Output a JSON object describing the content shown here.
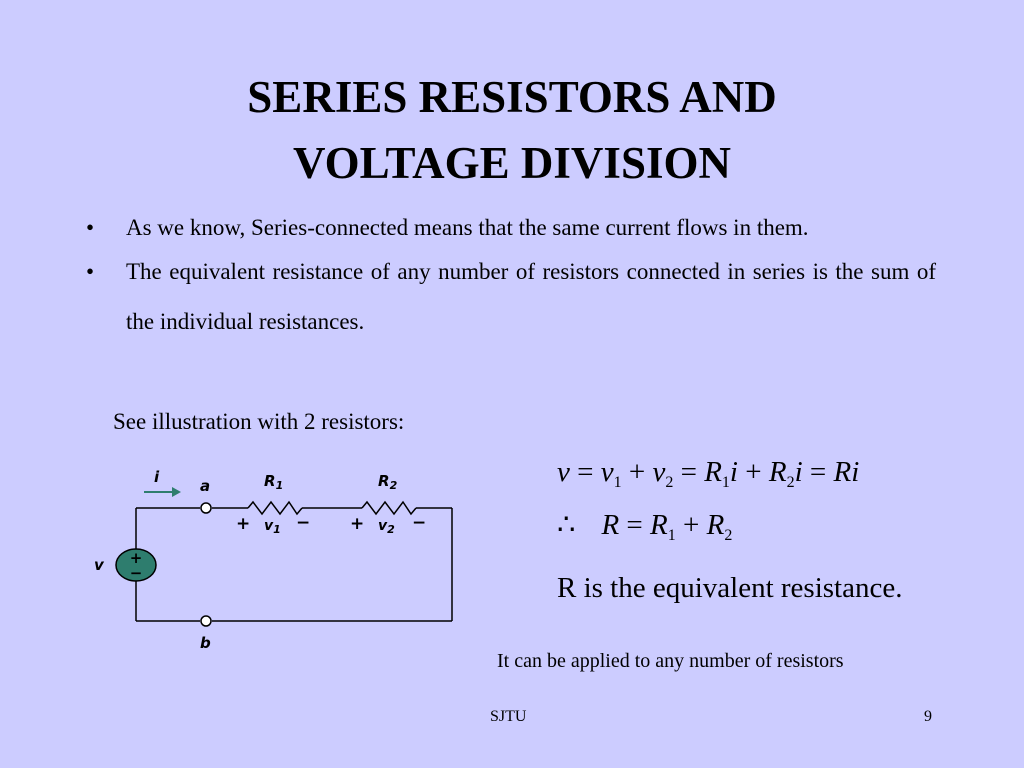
{
  "slide": {
    "title_line1": "SERIES RESISTORS AND",
    "title_line2": "VOLTAGE DIVISION",
    "bullets": [
      {
        "marker": "•",
        "text": "As we know, Series-connected means that the same current flows in them."
      },
      {
        "marker": "•",
        "text": "The equivalent resistance of any number of resistors connected in series is the sum of the individual resistances."
      }
    ],
    "illustration_caption": "See illustration with 2 resistors:",
    "equivalent_note": "R is the equivalent resistance.",
    "applies_note": "It can be applied to any number of resistors"
  },
  "circuit": {
    "current_label": "i",
    "node_a": "a",
    "node_b": "b",
    "source_label": "v",
    "source_plus": "+",
    "source_minus": "−",
    "r1_label": "R",
    "r1_sub": "1",
    "r2_label": "R",
    "r2_sub": "2",
    "v1_label": "v",
    "v1_sub": "1",
    "v2_label": "v",
    "v2_sub": "2",
    "plus": "+",
    "minus": "−",
    "colors": {
      "wire": "#000000",
      "source_fill": "#2e7d6e",
      "arrow": "#2e7d6e",
      "resistor": "#000000"
    }
  },
  "equations": {
    "eq1": {
      "v": "v",
      "eq": " = ",
      "v1": "v",
      "s1": "1",
      "plus": " + ",
      "v2": "v",
      "s2": "2",
      "eq2": " = ",
      "r1": "R",
      "rs1": "1",
      "i1": "i",
      "plus2": " + ",
      "r2": "R",
      "rs2": "2",
      "i2": "i",
      "eq3": " = ",
      "ri": "Ri"
    },
    "eq2": {
      "therefore": "∴",
      "r": "R",
      "eq": " = ",
      "r1": "R",
      "s1": "1",
      "plus": " + ",
      "r2": "R",
      "s2": "2"
    }
  },
  "footer": {
    "left": "SJTU",
    "right": "9"
  }
}
